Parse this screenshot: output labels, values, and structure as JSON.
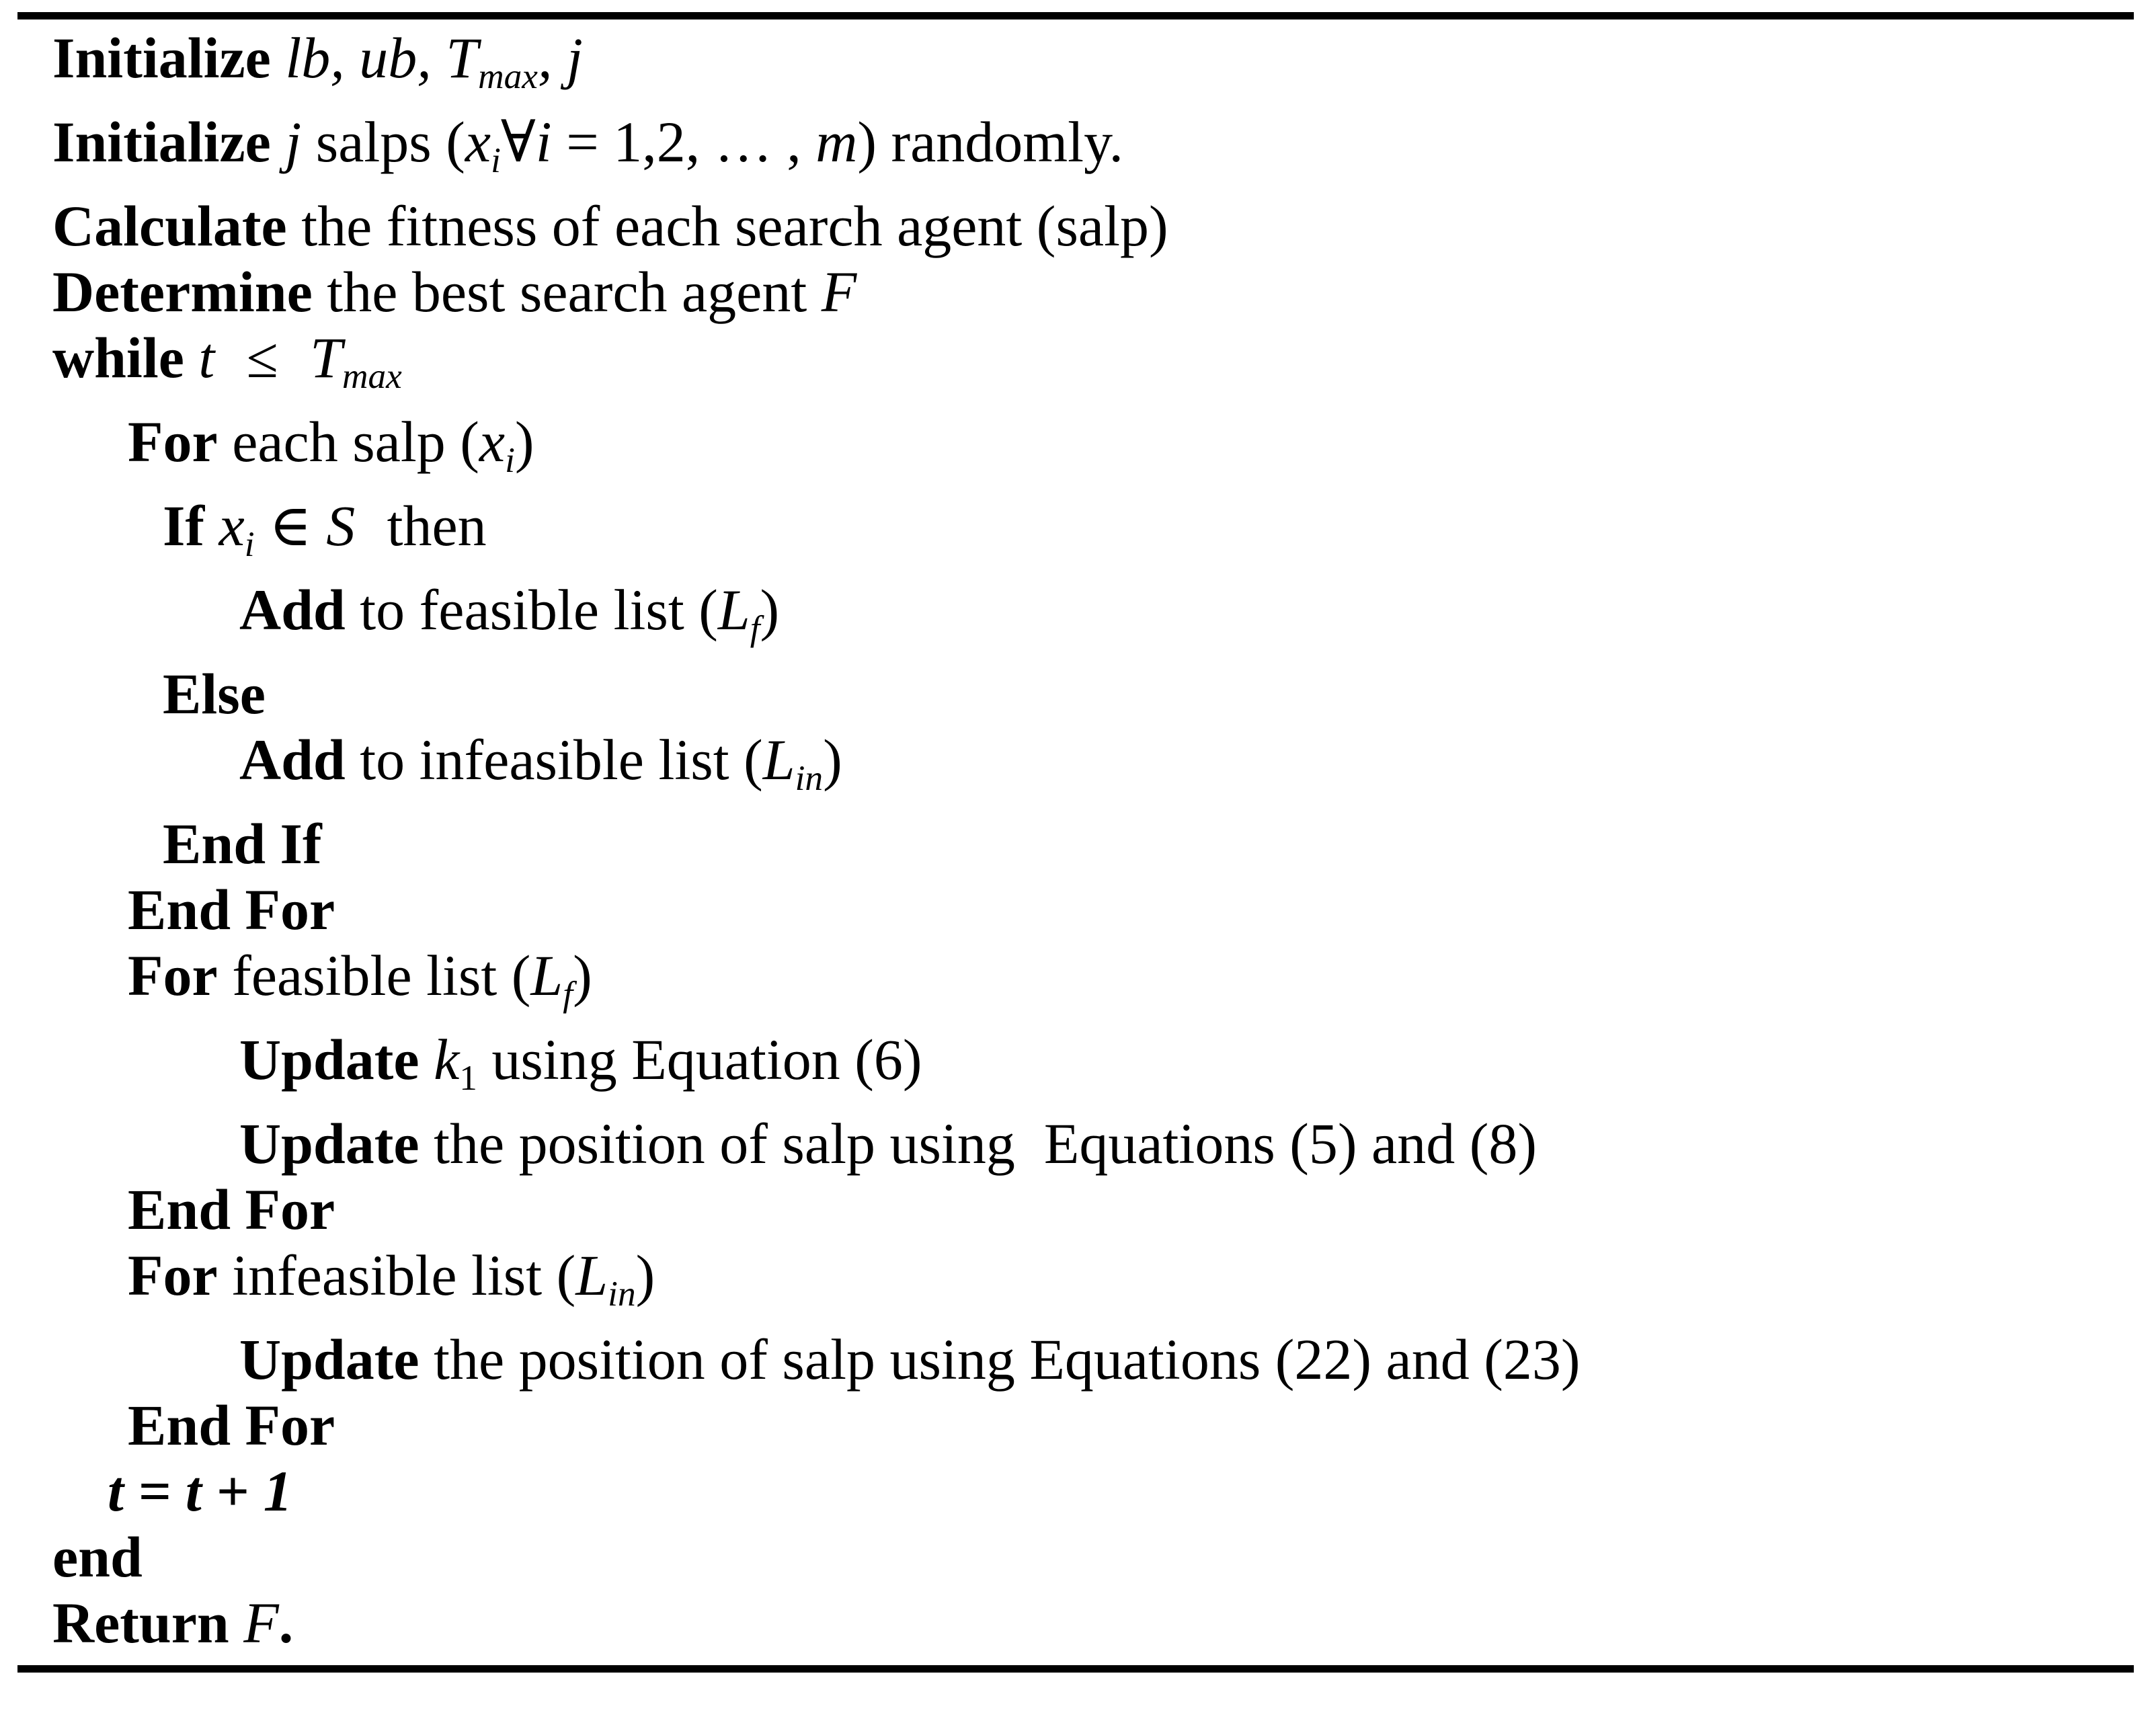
{
  "algorithm": {
    "top_rule": true,
    "bottom_rule": true,
    "lines": [
      {
        "id": "initialize-params",
        "indent": 0,
        "keyword": "Initialize",
        "rest": " lb, ub, Tmax, j"
      },
      {
        "id": "initialize-salps",
        "indent": 0,
        "keyword": "Initialize",
        "rest": " j salps (xi∀i = 1,2, … , m) randomly."
      },
      {
        "id": "calculate-fitness",
        "indent": 0,
        "keyword": "Calculate",
        "rest": " the fitness of each search agent (salp)"
      },
      {
        "id": "determine-best",
        "indent": 0,
        "keyword": "Determine",
        "rest": " the best search agent F"
      },
      {
        "id": "while-loop",
        "indent": 0,
        "keyword": "while",
        "rest": " t ≤ Tmax"
      },
      {
        "id": "for-each-salp",
        "indent": 2,
        "keyword": "For",
        "rest": " each salp (xi)"
      },
      {
        "id": "if-feasible",
        "indent": 3,
        "keyword": "If",
        "rest": " xi ∈ S  then"
      },
      {
        "id": "add-feasible",
        "indent": 4,
        "keyword": "Add",
        "rest": " to feasible list (Lf)"
      },
      {
        "id": "else",
        "indent": 3,
        "keyword": "Else",
        "rest": ""
      },
      {
        "id": "add-infeasible",
        "indent": 4,
        "keyword": "Add",
        "rest": " to infeasible list (Lin)"
      },
      {
        "id": "end-if",
        "indent": 3,
        "keyword": "End If",
        "rest": ""
      },
      {
        "id": "end-for-salps",
        "indent": 2,
        "keyword": "End For",
        "rest": ""
      },
      {
        "id": "for-feasible-list",
        "indent": 2,
        "keyword": "For",
        "rest": " feasible list (Lf)"
      },
      {
        "id": "update-k1",
        "indent": 4,
        "keyword": "Update",
        "rest": " k1 using Equation (6)"
      },
      {
        "id": "update-pos-feasible",
        "indent": 4,
        "keyword": "Update",
        "rest": " the position of salp using  Equations (5) and (8)"
      },
      {
        "id": "end-for-feasible",
        "indent": 2,
        "keyword": "End For",
        "rest": ""
      },
      {
        "id": "for-infeasible-list",
        "indent": 2,
        "keyword": "For",
        "rest": " infeasible list (Lin)"
      },
      {
        "id": "update-pos-infeasible",
        "indent": 4,
        "keyword": "Update",
        "rest": " the position of salp using Equations (22) and (23)"
      },
      {
        "id": "end-for-infeasible",
        "indent": 2,
        "keyword": "End For",
        "rest": ""
      },
      {
        "id": "increment-t",
        "indent": 1,
        "keyword": "",
        "rest": "t = t + 1"
      },
      {
        "id": "end-while",
        "indent": 0,
        "keyword": "end",
        "rest": ""
      },
      {
        "id": "return-f",
        "indent": 0,
        "keyword": "Return",
        "rest": " F."
      }
    ],
    "symbols": {
      "forall": "∀",
      "elementof": "∈",
      "lessequal": "≤",
      "ellipsis": "…"
    },
    "equation_refs": [
      "(6)",
      "(5)",
      "(8)",
      "(22)",
      "(23)"
    ],
    "variables": [
      "lb",
      "ub",
      "Tmax",
      "j",
      "xi",
      "m",
      "F",
      "t",
      "S",
      "Lf",
      "Lin",
      "k1"
    ]
  }
}
